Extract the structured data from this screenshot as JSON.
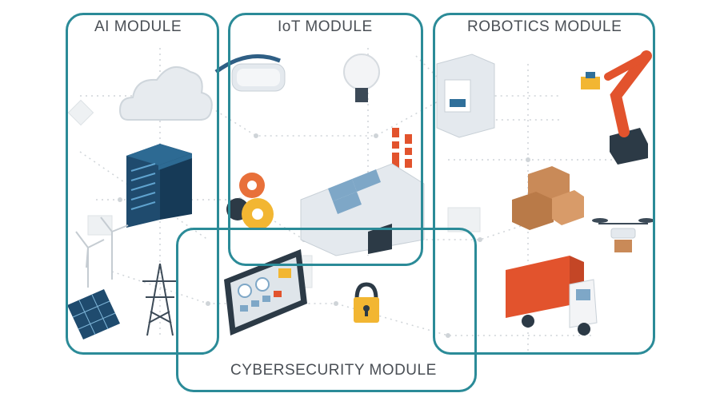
{
  "modules": {
    "ai": {
      "title": "AI MODULE"
    },
    "iot": {
      "title": "IoT MODULE"
    },
    "robotics": {
      "title": "ROBOTICS MODULE"
    },
    "cybersecurity": {
      "title": "CYBERSECURITY MODULE"
    }
  },
  "colors": {
    "frame": "#2b8b98",
    "title_text": "#4a4f55",
    "network_lines": "#c9ced3",
    "server": "#1f4b6e",
    "robot_arm": "#e2532d",
    "truck": "#e2532d",
    "gear_orange": "#e8703a",
    "gear_yellow": "#f2b632",
    "boxes": "#c98a58",
    "lock": "#f2b632"
  },
  "icons": [
    "cloud-icon",
    "server-rack-icon",
    "wind-turbine-icon",
    "solar-panel-icon",
    "power-pylon-icon",
    "vr-headset-icon",
    "light-bulb-icon",
    "factory-icon",
    "gears-icon",
    "tablet-dashboard-icon",
    "padlock-icon",
    "3d-printer-icon",
    "robot-arm-icon",
    "cardboard-boxes-icon",
    "drone-icon",
    "delivery-truck-icon"
  ]
}
